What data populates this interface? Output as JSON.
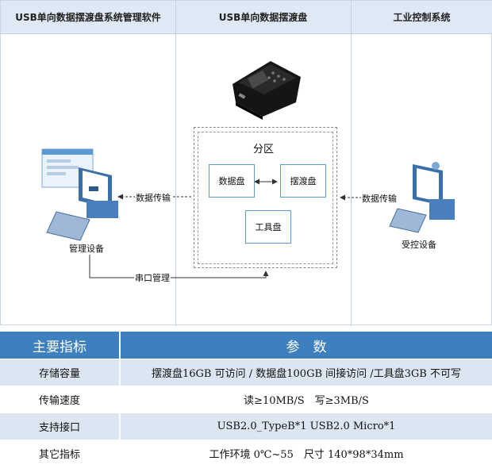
{
  "columns": {
    "software": "USB单向数据摆渡盘系统管理软件",
    "device": "USB单向数据摆渡盘",
    "industrial": "工业控制系统"
  },
  "diagram": {
    "partition_title": "分区",
    "data_disk": "数据盘",
    "ferry_disk": "摆渡盘",
    "tool_disk": "工具盘",
    "transfer_left": "数据传输",
    "transfer_right": "数据传输",
    "management_device": "管理设备",
    "controlled_device": "受控设备",
    "serial_management": "串口管理"
  },
  "table": {
    "header": [
      "主要指标",
      "参　数"
    ],
    "rows": [
      [
        "存储容量",
        "摆渡盘16GB 可访问 / 数据盘100GB 间接访问 /工具盘3GB 不可写"
      ],
      [
        "传输速度",
        "读≥10MB/S　写≥3MB/S"
      ],
      [
        "支持接口",
        "USB2.0_TypeB*1  USB2.0 Micro*1"
      ],
      [
        "其它指标",
        "工作环境 0℃~55　尺寸 140*98*34mm"
      ]
    ]
  },
  "colors": {
    "header_blue": "#3d80bd",
    "row_alt": "#dbe6f2",
    "column_head": "#dfe9f5",
    "box_border": "#5b9bd5"
  }
}
